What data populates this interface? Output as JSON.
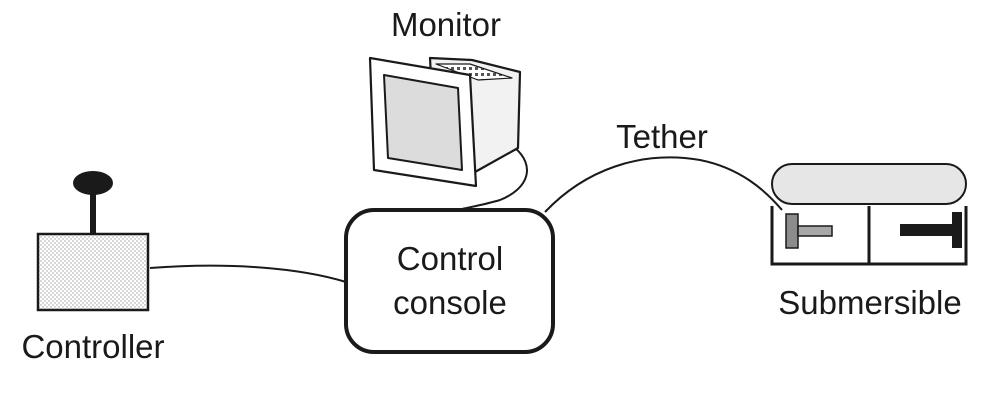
{
  "labels": {
    "monitor": "Monitor",
    "tether": "Tether",
    "console_line1": "Control",
    "console_line2": "console",
    "submersible": "Submersible",
    "controller": "Controller"
  },
  "colors": {
    "stroke": "#1a1a1a",
    "screen_fill": "#dcdcdc",
    "hull_fill": "#e6e6e6",
    "controller_fill": "#ececec",
    "thruster_fill": "#8c8c8c"
  },
  "icons": {
    "monitor": "crt-monitor-icon",
    "controller": "joystick-icon",
    "submersible": "submersible-icon"
  }
}
